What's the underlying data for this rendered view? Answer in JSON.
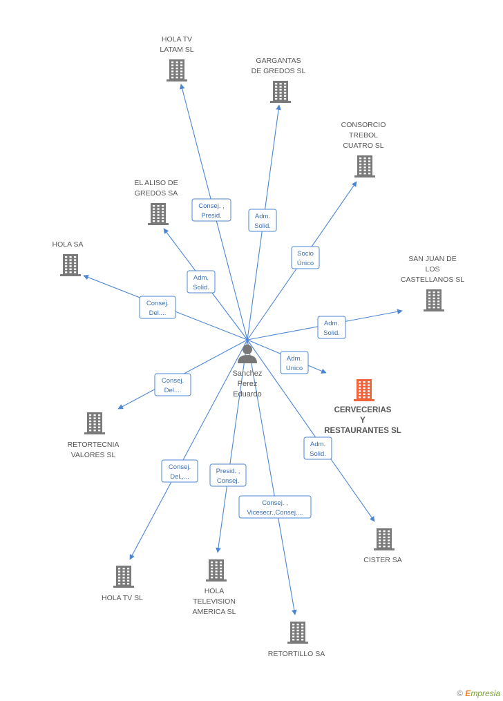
{
  "center": {
    "lines": [
      "Sanchez",
      "Perez",
      "Eduardo"
    ],
    "icon": "person-icon"
  },
  "colors": {
    "edge": "#4a86d4",
    "building": "#7a7a7a",
    "main_building": "#f0643c"
  },
  "nodes": [
    {
      "id": "hola-tv-latam",
      "lines": [
        "HOLA TV",
        "LATAM SL"
      ],
      "role": [
        "Consej. ,",
        "Presid."
      ]
    },
    {
      "id": "gargantas",
      "lines": [
        "GARGANTAS",
        "DE GREDOS SL"
      ],
      "role": [
        "Adm.",
        "Solid."
      ]
    },
    {
      "id": "consorcio",
      "lines": [
        "CONSORCIO",
        "TREBOL",
        "CUATRO SL"
      ],
      "role": [
        "Socio",
        "Único"
      ]
    },
    {
      "id": "aliso",
      "lines": [
        "EL ALISO DE",
        "GREDOS SA"
      ],
      "role": [
        "Adm.",
        "Solid."
      ]
    },
    {
      "id": "hola-sa",
      "lines": [
        "HOLA SA"
      ],
      "role": [
        "Consej.",
        "Del...."
      ]
    },
    {
      "id": "san-juan",
      "lines": [
        "SAN JUAN DE",
        "LOS",
        "CASTELLANOS SL"
      ],
      "role": [
        "Adm.",
        "Solid."
      ]
    },
    {
      "id": "cervecerias",
      "lines": [
        "CERVECERIAS",
        "Y",
        "RESTAURANTES SL"
      ],
      "role": [
        "Adm.",
        "Unico"
      ],
      "main": true
    },
    {
      "id": "retortecnia",
      "lines": [
        "RETORTECNIA",
        "VALORES SL"
      ],
      "role": [
        "Consej.",
        "Del...."
      ]
    },
    {
      "id": "cister",
      "lines": [
        "CISTER SA"
      ],
      "role": [
        "Adm.",
        "Solid."
      ]
    },
    {
      "id": "hola-tv",
      "lines": [
        "HOLA TV SL"
      ],
      "role": [
        "Consej.",
        "Del.,..."
      ]
    },
    {
      "id": "hola-television",
      "lines": [
        "HOLA",
        "TELEVISION",
        "AMERICA SL"
      ],
      "role": [
        "Presid. ,",
        "Consej."
      ]
    },
    {
      "id": "retortillo",
      "lines": [
        "RETORTILLO SA"
      ],
      "role": [
        "Consej. ,",
        "Vicesecr.,Consej...."
      ]
    }
  ],
  "footer": {
    "copyright": "©",
    "brand_e": "E",
    "brand_rest": "mpresia"
  }
}
